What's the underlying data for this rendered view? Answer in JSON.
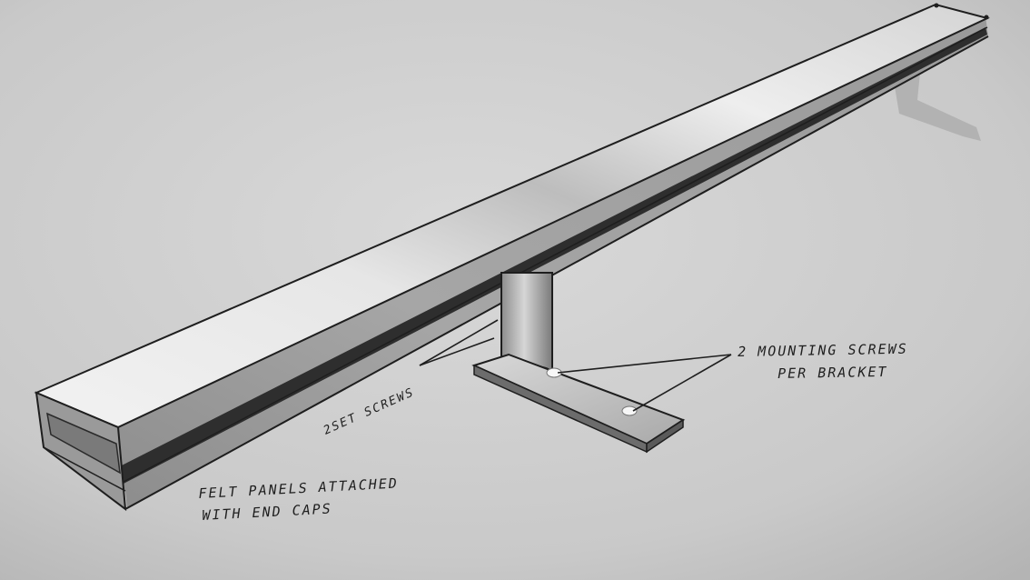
{
  "labels": {
    "felt_panels_line1": "FELT PANELS ATTACHED",
    "felt_panels_line2": "WITH END CAPS",
    "mounting_line1": "2 MOUNTING SCREWS",
    "mounting_line2": "PER BRACKET",
    "set_screws": "2SET SCREWS"
  },
  "colors": {
    "paper": "#cfcfcf",
    "ink": "#1e1e1e",
    "metal_light": "#ededed",
    "metal_mid": "#b9b9b9",
    "metal_dark": "#555555"
  }
}
